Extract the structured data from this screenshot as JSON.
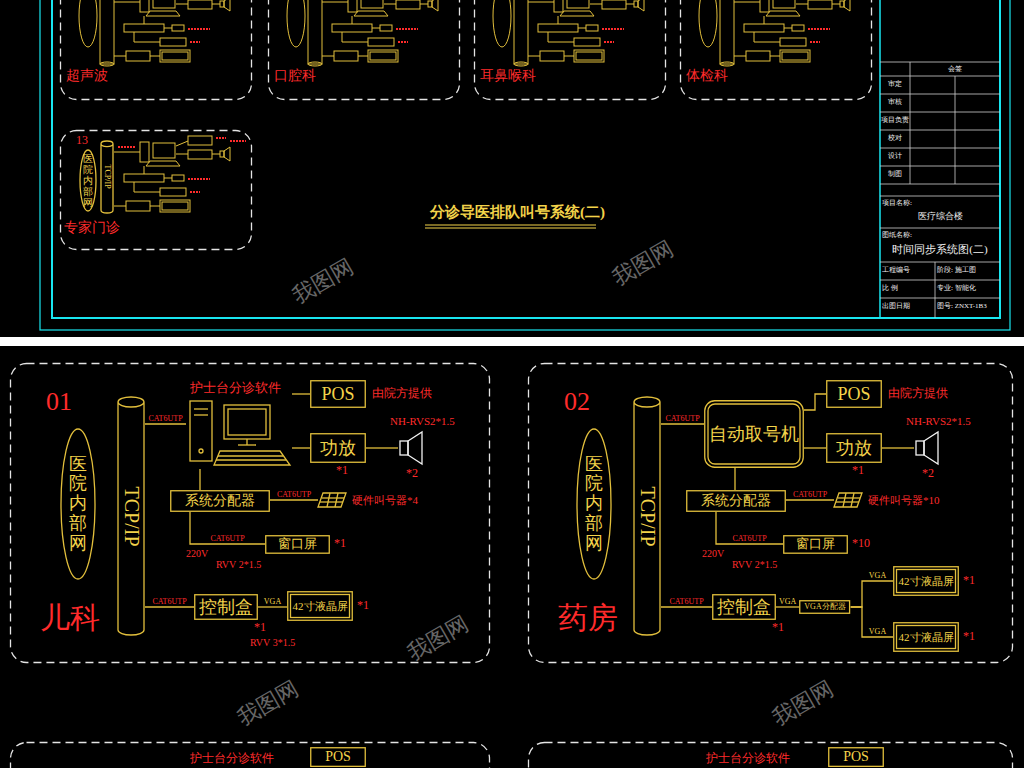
{
  "diagram": {
    "title": "分诊导医排队叫号系统(二)",
    "nodes": [
      {
        "text": [
          "超声波"
        ]
      },
      {
        "text": [
          "口腔科"
        ]
      },
      {
        "text": [
          "耳鼻喉科"
        ]
      },
      {
        "text": [
          "体检科"
        ]
      },
      {
        "text": [
          "13",
          "专家门诊"
        ]
      },
      {
        "text": [
          "医院内部网"
        ],
        "in": 4
      },
      {
        "text": [
          "TCP/IP"
        ],
        "in": 4
      },
      {
        "text": [
          "01",
          "儿科"
        ]
      },
      {
        "text": [
          "医院内部网"
        ],
        "in": 7
      },
      {
        "text": [
          "TCP/IP"
        ],
        "in": 7
      },
      {
        "text": [
          "护士台分诊软件"
        ],
        "in": 7
      },
      {
        "text": [
          "POS"
        ],
        "in": 7
      },
      {
        "text": [
          "功放",
          "*1"
        ],
        "in": 7
      },
      {
        "text": [
          "NH-RVS2*1.5",
          "*2"
        ],
        "in": 7
      },
      {
        "text": [
          "系统分配器"
        ],
        "in": 7
      },
      {
        "text": [
          "硬件叫号器*4"
        ],
        "in": 7
      },
      {
        "text": [
          "窗口屏",
          "*1"
        ],
        "in": 7
      },
      {
        "text": [
          "控制盒",
          "*1"
        ],
        "in": 7
      },
      {
        "text": [
          "42寸液晶屏",
          "*1"
        ],
        "in": 7
      },
      {
        "text": [
          "02",
          "药房"
        ]
      },
      {
        "text": [
          "医院内部网"
        ],
        "in": 19
      },
      {
        "text": [
          "TCP/IP"
        ],
        "in": 19
      },
      {
        "text": [
          "自动取号机"
        ],
        "in": 19
      },
      {
        "text": [
          "POS"
        ],
        "in": 19
      },
      {
        "text": [
          "功放",
          "*1"
        ],
        "in": 19
      },
      {
        "text": [
          "NH-RVS2*1.5",
          "*2"
        ],
        "in": 19
      },
      {
        "text": [
          "系统分配器"
        ],
        "in": 19
      },
      {
        "text": [
          "硬件叫号器*10"
        ],
        "in": 19
      },
      {
        "text": [
          "窗口屏",
          "*10"
        ],
        "in": 19
      },
      {
        "text": [
          "控制盒",
          "*1"
        ],
        "in": 19
      },
      {
        "text": [
          "VGA分配器"
        ],
        "in": 19
      },
      {
        "text": [
          "42寸液晶屏",
          "*1"
        ],
        "in": 19
      },
      {
        "text": [
          "42寸液晶屏",
          "*1"
        ],
        "in": 19
      },
      {
        "text": [
          "POS"
        ]
      },
      {
        "text": [
          "POS"
        ]
      }
    ],
    "edges": [
      {
        "from": 9,
        "to": 10,
        "label": "CAT6UTP",
        "arrow": "none"
      },
      {
        "from": 10,
        "to": 11,
        "arrow": "none"
      },
      {
        "from": 10,
        "to": 12,
        "arrow": "none"
      },
      {
        "from": 12,
        "to": 13,
        "arrow": "none"
      },
      {
        "from": 10,
        "to": 14,
        "arrow": "none"
      },
      {
        "from": 14,
        "to": 15,
        "label": "CAT6UTP",
        "arrow": "none"
      },
      {
        "from": 14,
        "to": 16,
        "label": "CAT6UTP",
        "arrow": "none"
      },
      {
        "from": 9,
        "to": 17,
        "label": "CAT6UTP",
        "arrow": "none"
      },
      {
        "from": 17,
        "to": 18,
        "label": "VGA",
        "arrow": "none"
      },
      {
        "from": 21,
        "to": 22,
        "label": "CAT6UTP",
        "arrow": "none"
      },
      {
        "from": 22,
        "to": 23,
        "arrow": "none"
      },
      {
        "from": 22,
        "to": 24,
        "arrow": "none"
      },
      {
        "from": 24,
        "to": 25,
        "arrow": "none"
      },
      {
        "from": 22,
        "to": 26,
        "arrow": "none"
      },
      {
        "from": 26,
        "to": 27,
        "label": "CAT6UTP",
        "arrow": "none"
      },
      {
        "from": 26,
        "to": 28,
        "label": "CAT6UTP",
        "arrow": "none"
      },
      {
        "from": 21,
        "to": 29,
        "label": "CAT6UTP",
        "arrow": "none"
      },
      {
        "from": 29,
        "to": 30,
        "label": "VGA",
        "arrow": "none"
      },
      {
        "from": 30,
        "to": 31,
        "label": "VGA",
        "arrow": "none"
      },
      {
        "from": 30,
        "to": 32,
        "label": "VGA",
        "arrow": "none"
      }
    ],
    "labels": [
      "会签",
      "审定",
      "审核",
      "项目负责",
      "校对",
      "设计",
      "制图",
      "项目名称:",
      "医疗综合楼",
      "图纸名称:",
      "时间同步系统图(二)",
      "工程编号",
      "阶段: 施工图",
      "比 例",
      "专业: 智能化",
      "出图日期",
      "图号: ZNXT-1B3",
      "由院方提供",
      "220V",
      "RVV 2*1.5",
      "RVV 3*1.5",
      "由院方提供",
      "220V",
      "RVV 2*1.5",
      "护士台分诊软件",
      "护士台分诊软件",
      "我图网",
      "我图网",
      "我图网",
      "我图网",
      "我图网"
    ]
  }
}
